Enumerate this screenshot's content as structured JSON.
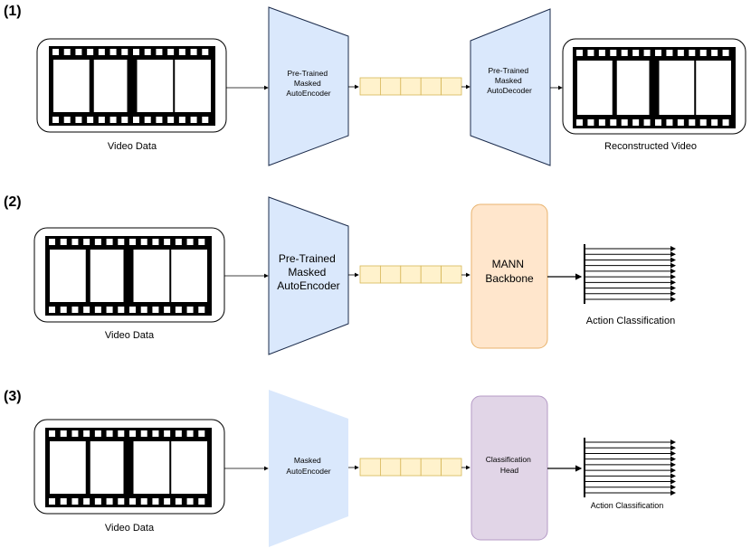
{
  "colors": {
    "encoder_fill": "#dae8fc",
    "encoder_stroke": "#1b2b4b",
    "masked_encoder_fill": "#dae8fc",
    "token_fill": "#fff2cc",
    "token_stroke": "#d6b656",
    "mann_fill": "#ffe6cc",
    "mann_stroke": "#e8b36e",
    "head_fill": "#e1d5e7",
    "head_stroke": "#b59ac6"
  },
  "rows": [
    {
      "label": "(1)",
      "video_caption": "Video Data",
      "encoder": [
        "Pre-Trained",
        "Masked",
        "AutoEncoder"
      ],
      "decoder": [
        "Pre-Trained",
        "Masked",
        "AutoDecoder"
      ],
      "output_caption": "Reconstructed Video"
    },
    {
      "label": "(2)",
      "video_caption": "Video Data",
      "encoder": [
        "Pre-Trained",
        "Masked",
        "AutoEncoder"
      ],
      "backbone": [
        "MANN",
        "Backbone"
      ],
      "output_caption": "Action Classification"
    },
    {
      "label": "(3)",
      "video_caption": "Video Data",
      "encoder": [
        "Masked",
        "AutoEncoder"
      ],
      "head": [
        "Classification",
        "Head"
      ],
      "output_caption": "Action Classification"
    }
  ],
  "icons": {
    "film": "film-strip-icon",
    "classes": "multi-arrow-output-icon"
  }
}
